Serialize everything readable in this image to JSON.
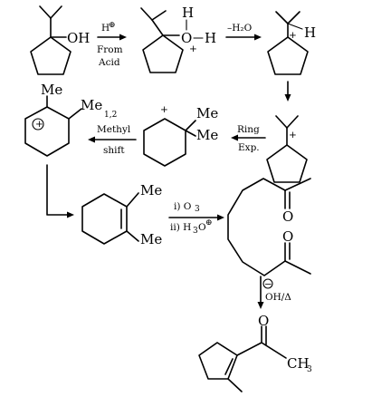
{
  "labels": {
    "oh": "OH",
    "h": "H",
    "o": "O",
    "me": "Me",
    "plus": "+",
    "minus": "−",
    "o_ketone": "O",
    "ch3": "CH",
    "ch3_sub": "3"
  },
  "reagents": {
    "step1_top": "H",
    "step1_top_sup": "⊕",
    "step1_bottom_1": "From",
    "step1_bottom_2": "Acid",
    "step2": "–H₂O",
    "step3_1": "Ring",
    "step3_2": "Exp.",
    "step4_me": "Me",
    "step4_num": "1,2",
    "step4_1": "Methyl",
    "step4_2": "shift",
    "step5_1": "i) O",
    "step5_1_sub": "3",
    "step5_2": "ii) H",
    "step5_2_sub": "3",
    "step5_2_tail": "O",
    "step5_2_sup": "⊕",
    "step6": "OH/Δ",
    "step6_charge": "−"
  }
}
